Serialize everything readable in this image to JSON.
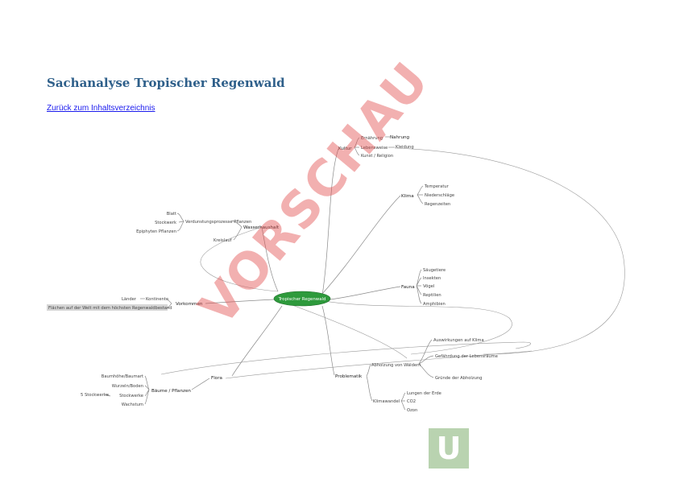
{
  "page": {
    "title": "Sachanalyse Tropischer Regenwald",
    "back_link": "Zurück zum Inhaltsverzeichnis"
  },
  "watermark": {
    "text": "VORSCHAU",
    "color": "#e25050"
  },
  "logo": {
    "letter": "U",
    "color": "#b9d3b0"
  },
  "mindmap": {
    "center": "Tropischer Regenwald",
    "center_color": "#2e9a3c",
    "kultur": {
      "label": "Kultur",
      "items": [
        "Ernährung",
        "Lebensweise",
        "Kunst / Religion"
      ],
      "item_extra_1": "Nahrung",
      "item_extra_2": "Kleidung"
    },
    "klima": {
      "label": "Klima",
      "items": [
        "Temperatur",
        "Niederschläge",
        "Regenzeiten"
      ]
    },
    "fauna": {
      "label": "Fauna",
      "items": [
        "Säugetiere",
        "Insekten",
        "Vögel",
        "Reptilien",
        "Amphibien"
      ]
    },
    "problematik": {
      "label": "Problematik",
      "abholzung": {
        "label": "Abholzung von Wäldern",
        "items": [
          "Auswirkungen auf Klima",
          "Gefährdung der Lebensräume",
          "Gründe der Abholzung"
        ]
      },
      "klimawandel": {
        "label": "Klimawandel",
        "items": [
          "Lungen der Erde",
          "CO2",
          "Ozon"
        ]
      }
    },
    "wasserhaushalt": {
      "label": "Wasserhaushalt",
      "verdunstung": {
        "label": "Verdunstungsprozesse Pflanzen",
        "items": [
          "Blatt",
          "Stockwerk",
          "Epiphyten Pflanzen"
        ]
      },
      "kreislauf": "Kreislauf"
    },
    "vorkommen": {
      "label": "Vorkommen",
      "items": [
        "Länder",
        "Kontinente"
      ],
      "long_item": "Flächen auf der Welt mit dem höchsten Regenwaldbestand"
    },
    "flora": {
      "label": "Flora",
      "baeume": {
        "label": "Bäume / Pflanzen",
        "items": [
          "Baumhöhe/Baumart",
          "Wurzeln/Boden",
          "Stockwerke",
          "Wachstum"
        ],
        "side_label": "5 Stockwerke"
      }
    }
  }
}
